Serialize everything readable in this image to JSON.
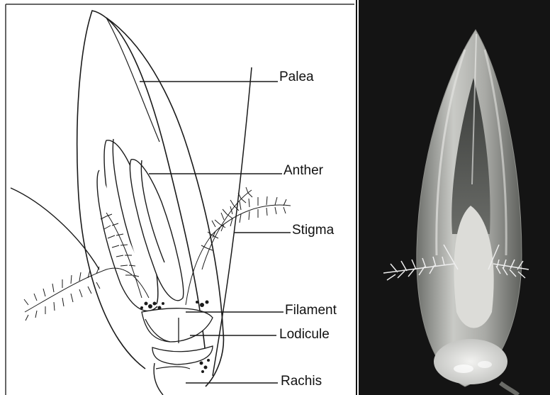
{
  "labels": {
    "palea": "Palea",
    "anther": "Anther",
    "stigma": "Stigma",
    "filament": "Filament",
    "lodicule": "Lodicule",
    "rachis": "Rachis"
  },
  "colors": {
    "line_art": "#1a1a1a",
    "photo_background": "#141414",
    "photo_husk": "#bfc0bd",
    "photo_stigma": "#eeeeee"
  }
}
